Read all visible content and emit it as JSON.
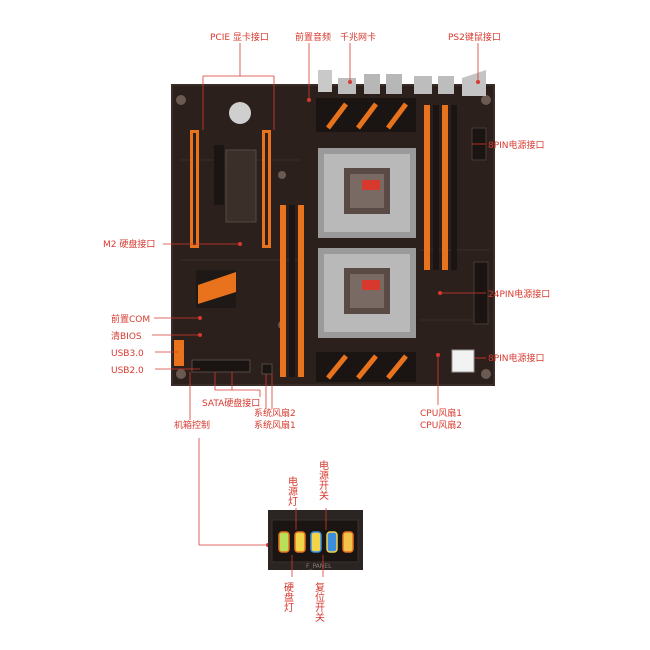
{
  "labels": {
    "pcie": "PCIE 显卡接口",
    "front_audio": "前置音频",
    "gigabit_lan": "千兆网卡",
    "ps2": "PS2键鼠接口",
    "pin8_top": "8PIN电源接口",
    "m2": "M2 硬盘接口",
    "pin24": "24PIN电源接口",
    "front_com": "前置COM",
    "clear_bios": "清BIOS",
    "usb30": "USB3.0",
    "usb20": "USB2.0",
    "pin8_bottom": "8PIN电源接口",
    "sata": "SATA硬盘接口",
    "sys_fan2": "系统风扇2",
    "sys_fan1": "系统风扇1",
    "chassis_ctrl": "机箱控制",
    "cpu_fan1": "CPU风扇1",
    "cpu_fan2": "CPU风扇2"
  },
  "panel": {
    "top_left": "电源灯",
    "top_right": "电源开关",
    "bottom_left": "硬盘灯",
    "bottom_right": "复位开关",
    "silk": "F_PANEL"
  },
  "colors": {
    "accent": "#d8392f",
    "pcb": "#2b201c",
    "slot_orange": "#e8731c"
  }
}
